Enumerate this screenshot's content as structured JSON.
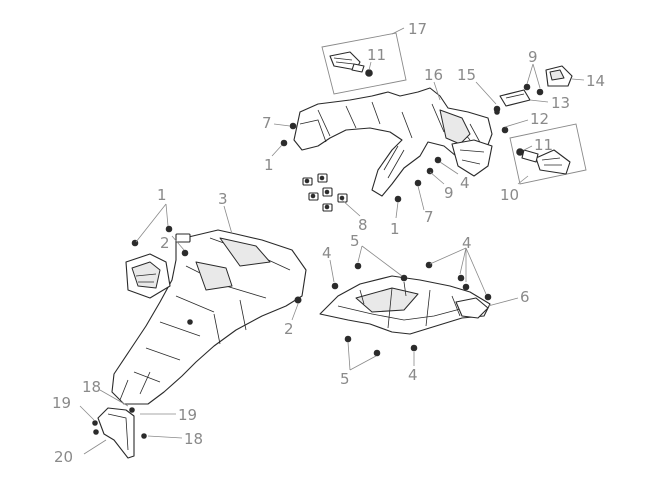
{
  "diagram": {
    "colors": {
      "line": "#2a2a2a",
      "callout": "#8a8a8a",
      "fill": "#ffffff",
      "shade": "#e9e9e9"
    },
    "callouts": [
      {
        "id": "c17",
        "label": "17"
      },
      {
        "id": "c11a",
        "label": "11"
      },
      {
        "id": "c16",
        "label": "16"
      },
      {
        "id": "c15",
        "label": "15"
      },
      {
        "id": "c9a",
        "label": "9"
      },
      {
        "id": "c14",
        "label": "14"
      },
      {
        "id": "c13",
        "label": "13"
      },
      {
        "id": "c12",
        "label": "12"
      },
      {
        "id": "c11b",
        "label": "11"
      },
      {
        "id": "c10",
        "label": "10"
      },
      {
        "id": "c7a",
        "label": "7"
      },
      {
        "id": "c1a",
        "label": "1"
      },
      {
        "id": "c4a",
        "label": "4"
      },
      {
        "id": "c9b",
        "label": "9"
      },
      {
        "id": "c7b",
        "label": "7"
      },
      {
        "id": "c1b",
        "label": "1"
      },
      {
        "id": "c8",
        "label": "8"
      },
      {
        "id": "c1c",
        "label": "1"
      },
      {
        "id": "c3",
        "label": "3"
      },
      {
        "id": "c2a",
        "label": "2"
      },
      {
        "id": "c2b",
        "label": "2"
      },
      {
        "id": "c5a",
        "label": "5"
      },
      {
        "id": "c4b",
        "label": "4"
      },
      {
        "id": "c4c",
        "label": "4"
      },
      {
        "id": "c6",
        "label": "6"
      },
      {
        "id": "c5b",
        "label": "5"
      },
      {
        "id": "c4d",
        "label": "4"
      },
      {
        "id": "c18a",
        "label": "18"
      },
      {
        "id": "c19a",
        "label": "19"
      },
      {
        "id": "c19b",
        "label": "19"
      },
      {
        "id": "c18b",
        "label": "18"
      },
      {
        "id": "c20",
        "label": "20"
      }
    ]
  }
}
